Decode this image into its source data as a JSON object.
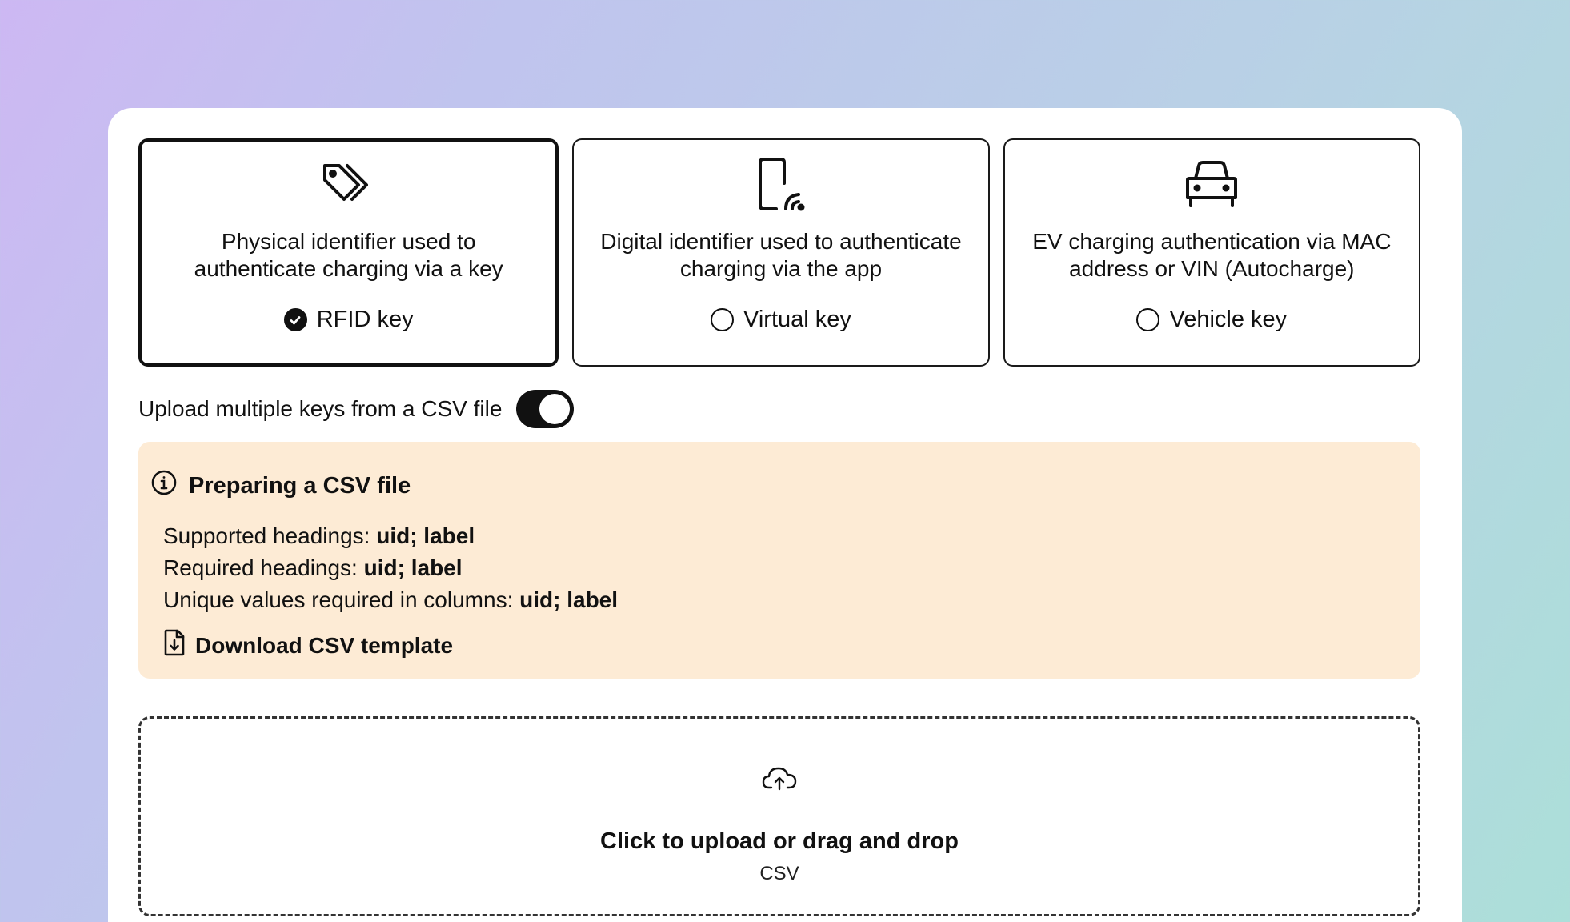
{
  "key_types": [
    {
      "icon": "tags-icon",
      "description": "Physical identifier used to authenticate charging via a key",
      "label": "RFID key",
      "selected": true
    },
    {
      "icon": "phone-nfc-icon",
      "description": "Digital identifier used to authenticate charging via the app",
      "label": "Virtual key",
      "selected": false
    },
    {
      "icon": "car-icon",
      "description": "EV charging authentication via MAC address or VIN (Autocharge)",
      "label": "Vehicle key",
      "selected": false
    }
  ],
  "csv_toggle": {
    "label": "Upload multiple keys from a CSV file",
    "enabled": true
  },
  "info": {
    "title": "Preparing a CSV file",
    "lines": [
      {
        "prefix": "Supported headings: ",
        "value": "uid; label"
      },
      {
        "prefix": "Required headings: ",
        "value": "uid; label"
      },
      {
        "prefix": "Unique values required in columns: ",
        "value": "uid; label"
      }
    ],
    "download_label": "Download CSV template"
  },
  "dropzone": {
    "title": "Click to upload or drag and drop",
    "subtitle": "CSV"
  }
}
